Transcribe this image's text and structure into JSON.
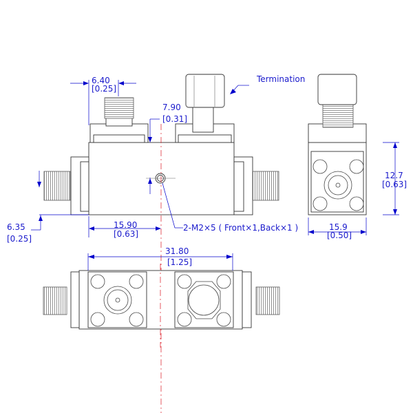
{
  "labels": {
    "termination": "Termination",
    "screw_note": "2-M2×5 ( Front×1,Back×1 )"
  },
  "dimensions": {
    "top_connector_width": {
      "mm": "6.40",
      "in": "[0.25]"
    },
    "top_connector_offset": {
      "mm": "7.90",
      "in": "[0.31]"
    },
    "side_connector_height": {
      "mm": "6.35",
      "in": "[0.25]"
    },
    "hole_offset": {
      "mm": "15.90",
      "in": "[0.63]"
    },
    "side_height": {
      "mm": "12.7",
      "in": "[0.63]"
    },
    "side_width": {
      "mm": "15.9",
      "in": "[0.50]"
    },
    "overall_length": {
      "mm": "31.80",
      "in": "[1.25]"
    }
  },
  "colors": {
    "dimension": "#0000cc",
    "centerline": "#e0303a",
    "outline": "#333333"
  }
}
